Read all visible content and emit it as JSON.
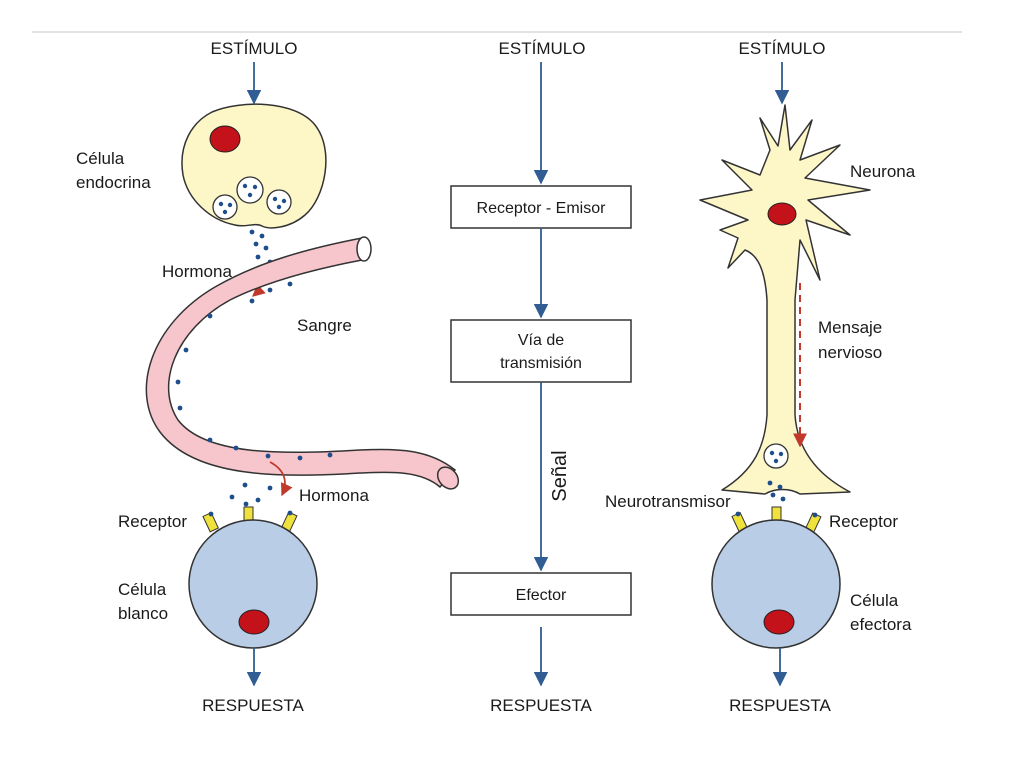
{
  "columns": [
    {
      "stimulus": "ESTÍMULO",
      "response": "RESPUESTA",
      "labels": {
        "endocrine_cell": [
          "Célula",
          "endocrina"
        ],
        "hormone_top": "Hormona",
        "blood": "Sangre",
        "hormone_bottom": "Hormona",
        "receptor": "Receptor",
        "target_cell": [
          "Célula",
          "blanco"
        ]
      }
    },
    {
      "stimulus": "ESTÍMULO",
      "response": "RESPUESTA",
      "boxes": [
        "Receptor - Emisor",
        "Vía de|transmisión",
        "Efector"
      ],
      "signal": "Señal"
    },
    {
      "stimulus": "ESTÍMULO",
      "response": "RESPUESTA",
      "labels": {
        "neuron": "Neurona",
        "message": [
          "Mensaje",
          "nervioso"
        ],
        "neurotransmitter": "Neurotransmisor",
        "receptor": "Receptor",
        "effector_cell": [
          "Célula",
          "efectora"
        ]
      }
    }
  ],
  "colors": {
    "arrow": "#2f5d94",
    "red_arrow": "#c0392b",
    "endocrine_fill": "#fdf7c8",
    "neuron_fill": "#fdf7c8",
    "target_fill": "#b9cde6",
    "vessel_fill": "#f6c6cc",
    "nucleus": "#c4121a",
    "dot": "#1f4e8c",
    "receptor": "#f0e23c"
  }
}
